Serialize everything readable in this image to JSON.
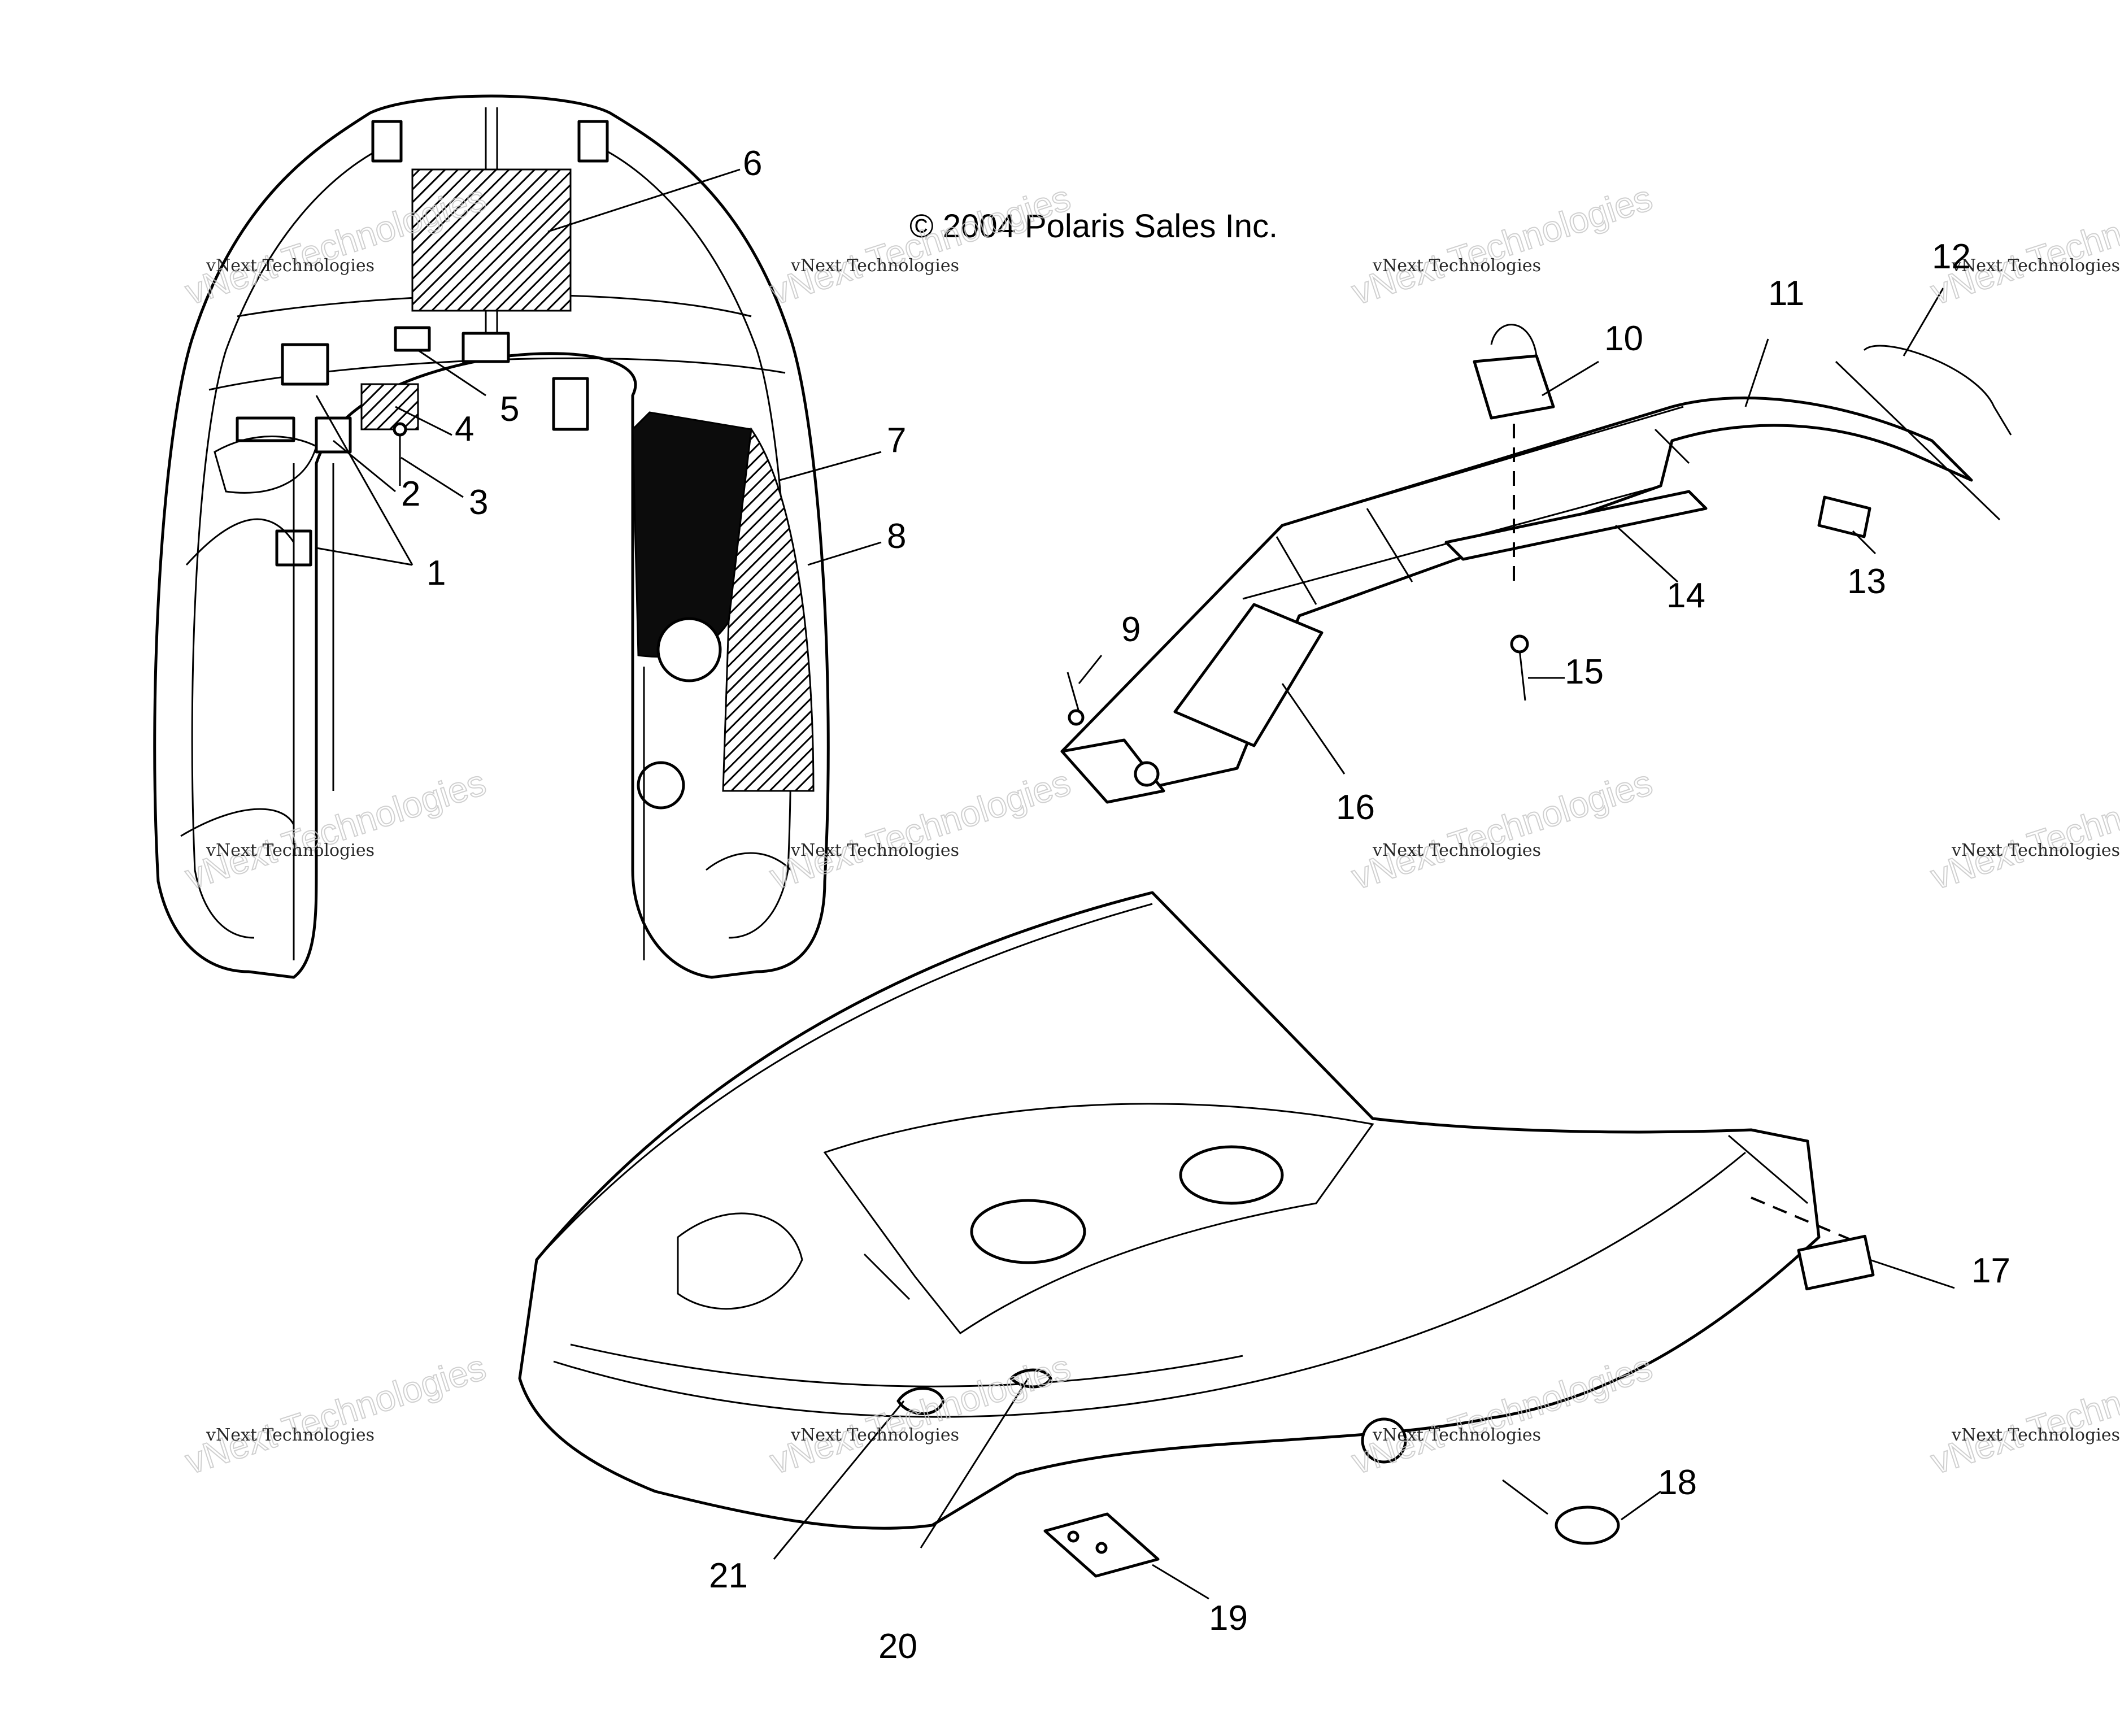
{
  "copyright": "© 2004 Polaris Sales Inc.",
  "watermark": {
    "small": "vNext Technologies",
    "big": "vNext Technologies"
  },
  "callouts": [
    "1",
    "2",
    "3",
    "4",
    "5",
    "6",
    "7",
    "8",
    "9",
    "10",
    "11",
    "12",
    "13",
    "14",
    "15",
    "16",
    "17",
    "18",
    "19",
    "20",
    "21"
  ],
  "colors": {
    "line": "#000000",
    "background": "#ffffff",
    "watermark_outline": "#c8c8c8"
  }
}
